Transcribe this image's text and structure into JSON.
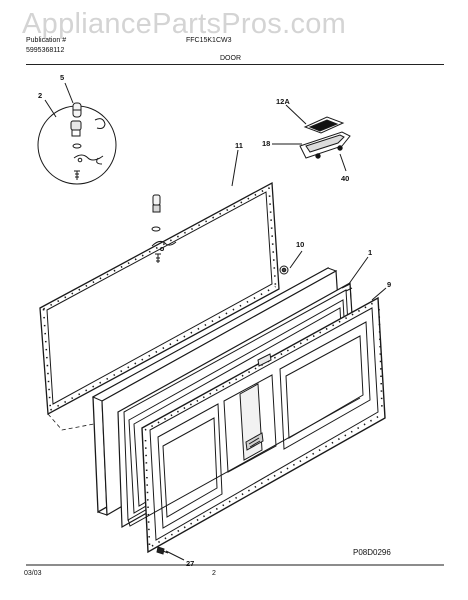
{
  "watermark": "AppliancePartsPros.com",
  "header": {
    "publication_label": "Publication #",
    "part_number": "5995368112",
    "model": "FFC15K1CW3",
    "section_title": "DOOR"
  },
  "footer": {
    "date": "03/03",
    "page": "2",
    "figure_code": "P08D0296"
  },
  "callouts": [
    "5",
    "2",
    "12A",
    "18",
    "11",
    "40",
    "10",
    "1",
    "9",
    "27"
  ]
}
